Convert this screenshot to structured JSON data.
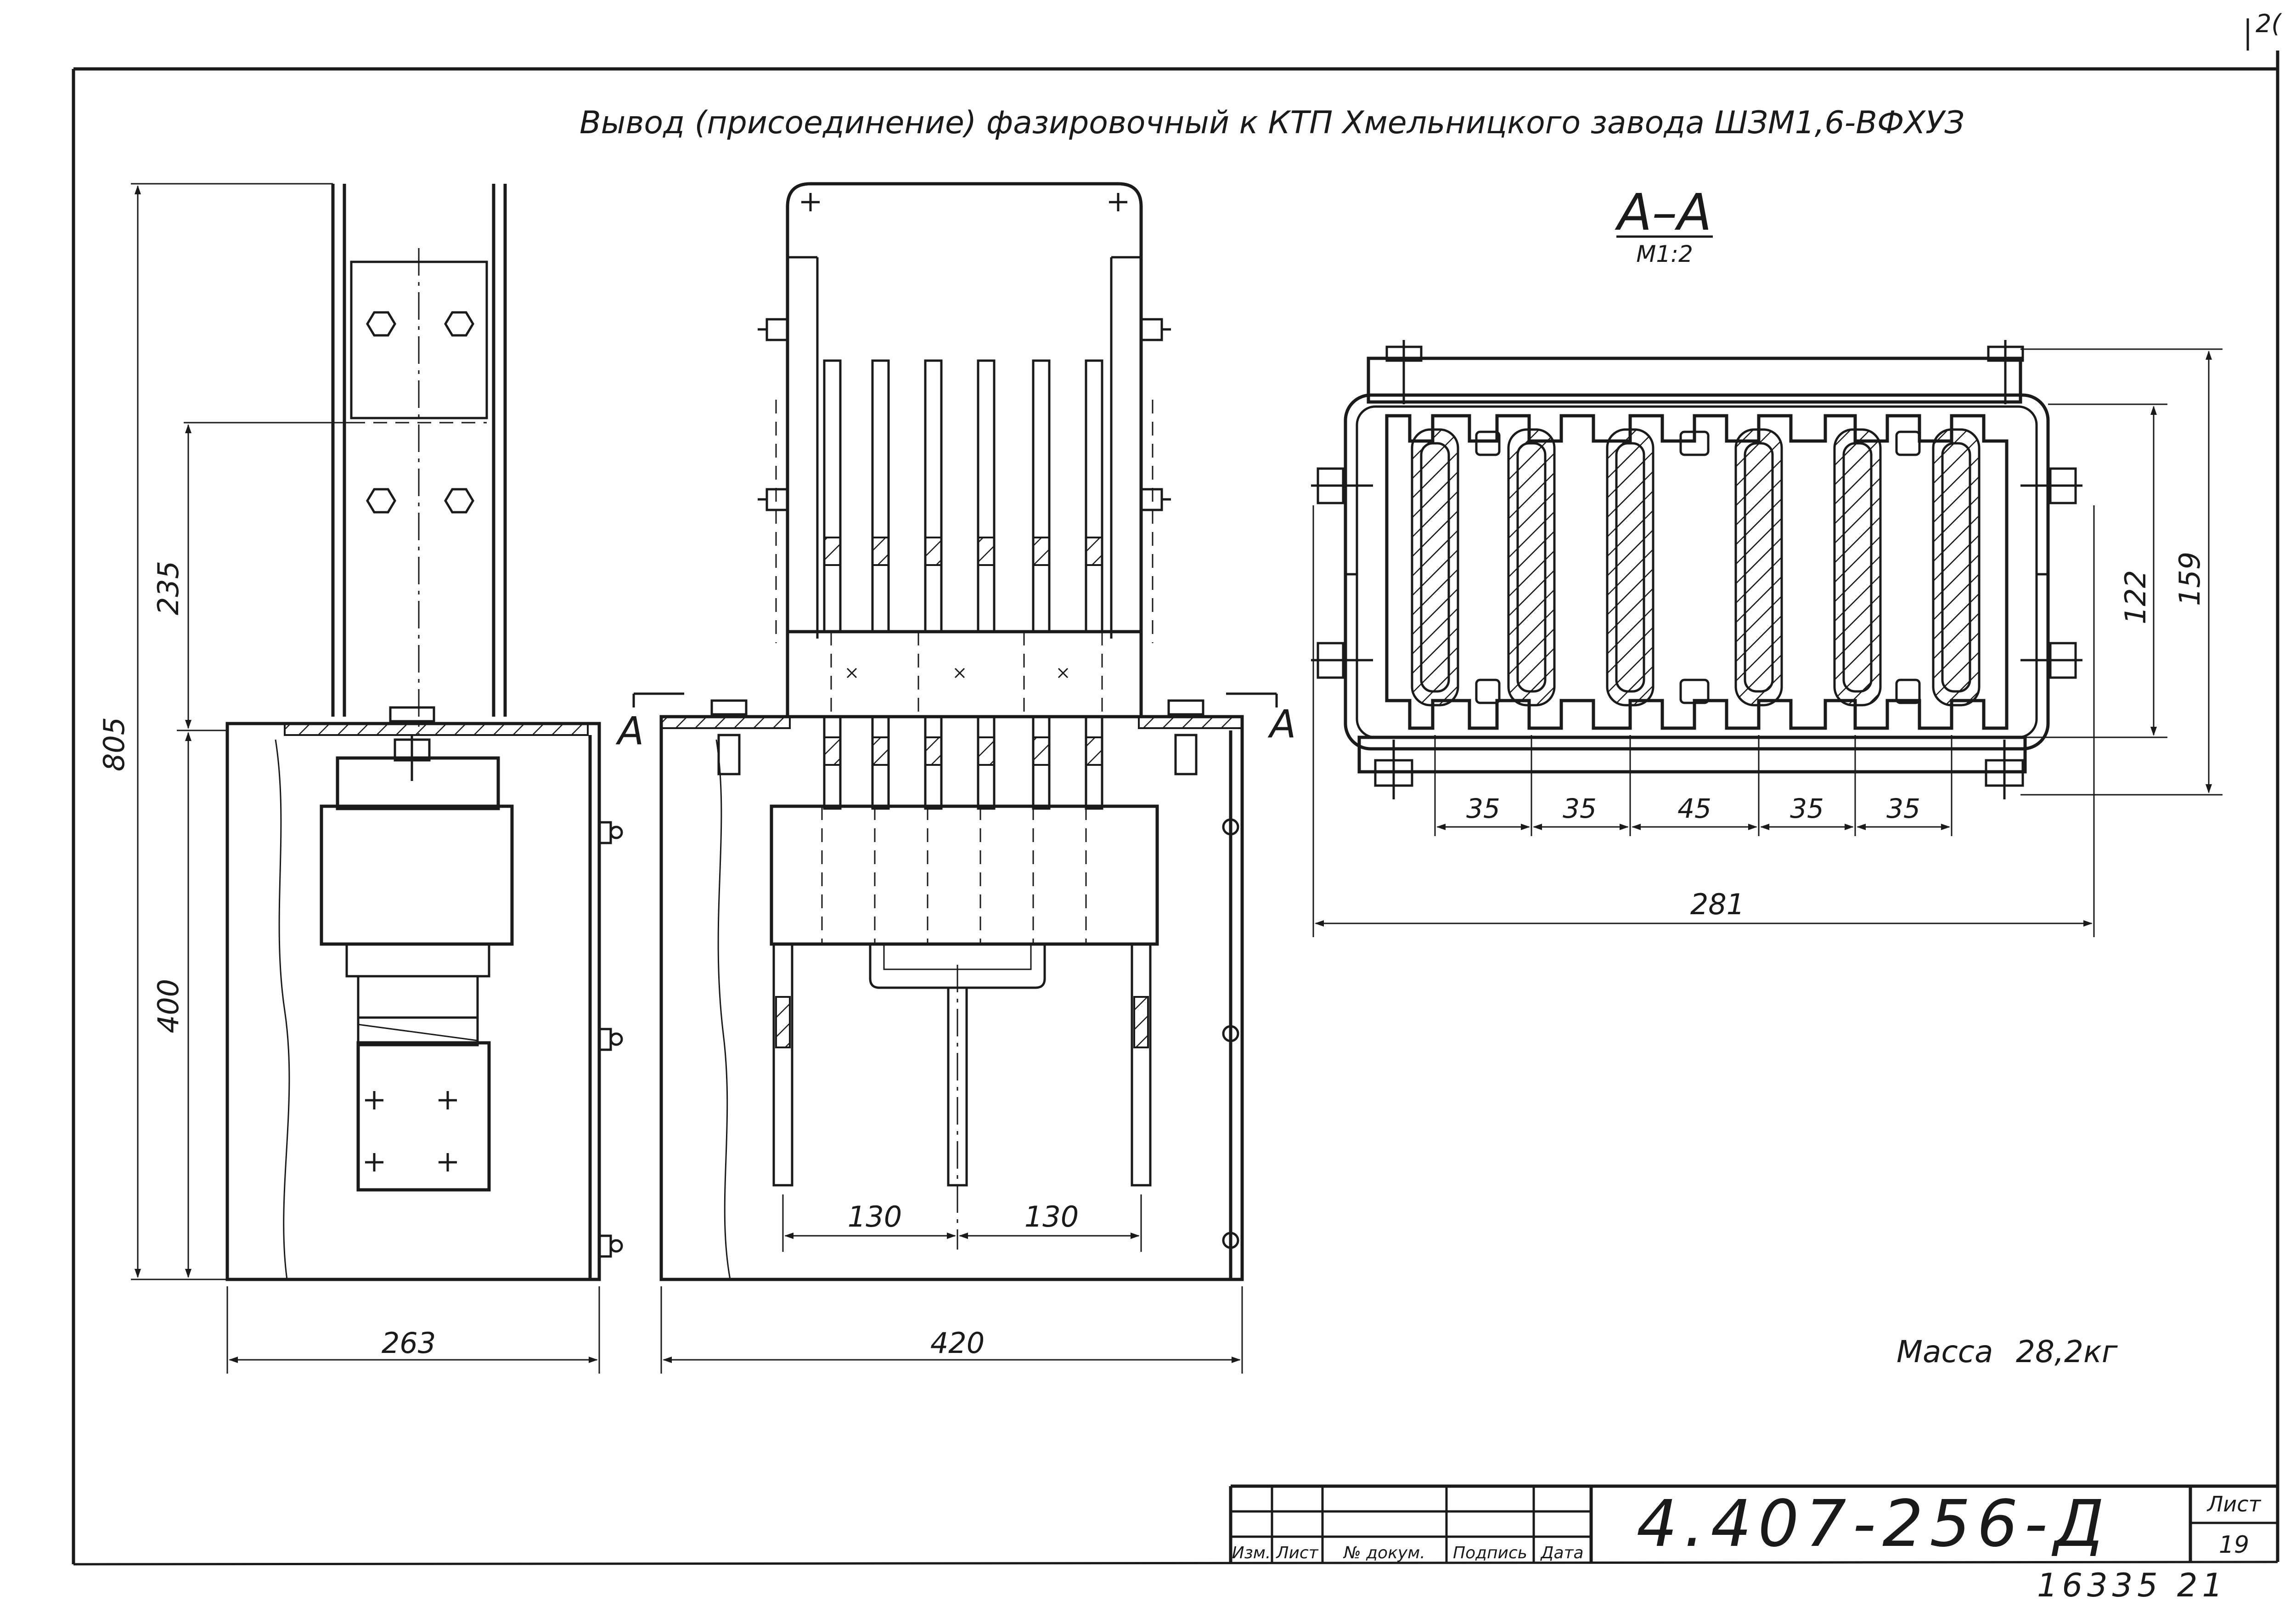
{
  "corner_mark": "2(",
  "title": "Вывод (присоединение) фазировочный к КТП Хмельницкого завода ШЗМ1,6-ВФХУЗ",
  "section": {
    "title": "А–А",
    "scale": "М1:2",
    "arrow_label": "А"
  },
  "dimensions": {
    "side_total_height": "805",
    "side_upper": "235",
    "side_lower": "400",
    "side_width": "263",
    "front_width": "420",
    "front_left_span": "130",
    "front_right_span": "130",
    "section_width": "281",
    "section_height_outer": "159",
    "section_height_inner": "122",
    "section_pitch_1": "35",
    "section_pitch_2": "35",
    "section_pitch_3": "45",
    "section_pitch_4": "35",
    "section_pitch_5": "35"
  },
  "mass": {
    "label": "Масса",
    "value": "28,2кг"
  },
  "title_block": {
    "doc_number": "4.407-256-Д",
    "sheet_label": "Лист",
    "sheet_number": "19",
    "columns": [
      "Изм.",
      "Лист",
      "№ докум.",
      "Подпись",
      "Дата"
    ]
  },
  "footer_code": "16335  21"
}
